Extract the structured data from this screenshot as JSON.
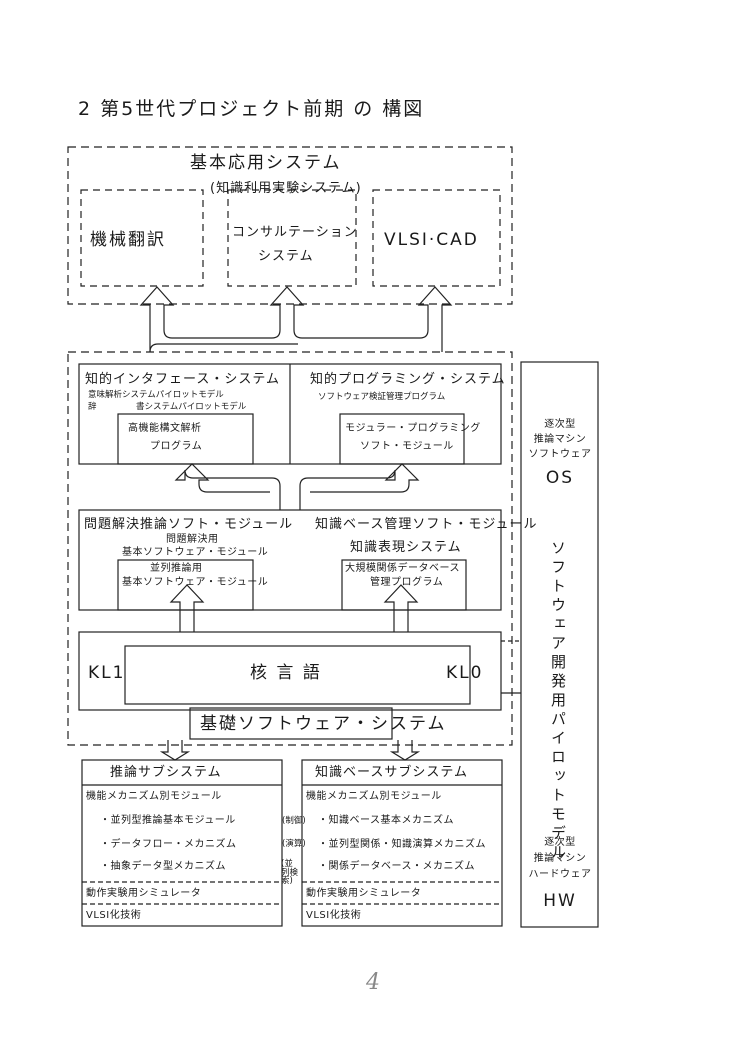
{
  "title": "2 第5世代プロジェクト前期 の 構図",
  "application": {
    "heading": "基本応用システム",
    "subheading": "(知識利用実験システム)",
    "boxes": [
      "機械翻訳",
      "コンサルテーション",
      "システム",
      "VLSI·CAD"
    ]
  },
  "interface": {
    "left_title": "知的インタフェース・システム",
    "left_sub1": "意味解析システムパイロットモデル",
    "left_sub1_prefix": "辞",
    "left_sub2": "書システムパイロットモデル",
    "left_box": [
      "高機能構文解析",
      "プログラム"
    ],
    "right_title": "知的プログラミング・システム",
    "right_sub": "ソフトウェア検証管理プログラム",
    "right_box": [
      "モジュラー・プログラミング",
      "ソフト・モジュール"
    ]
  },
  "problem": {
    "left_title": "問題解決推論ソフト・モジュール",
    "left_sub1": "問題解決用",
    "left_sub2": "基本ソフトウェア・モジュール",
    "left_box": [
      "並列推論用",
      "基本ソフトウェア・モジュール"
    ],
    "right_title": "知識ベース管理ソフト・モジュール",
    "right_sub": "知識表現システム",
    "right_box": [
      "大規模関係データベース",
      "管理プログラム"
    ]
  },
  "kernel": {
    "left": "KL1",
    "center": "核 言 語",
    "right": "KL0"
  },
  "basic_software": "基礎ソフトウェア・システム",
  "side": {
    "top": [
      "逐次型",
      "推論マシン",
      "ソフトウェア"
    ],
    "os": "OS",
    "vertical": "ソフトウェア開発用パイロットモデル",
    "bottom": [
      "逐次型",
      "推論マシン",
      "ハードウェア"
    ],
    "hw": "HW"
  },
  "inference": {
    "title": "推論サブシステム",
    "module_title": "機能メカニズム別モジュール",
    "items": [
      "・並列型推論基本モジュール",
      "・データフロー・メカニズム",
      "・抽象データ型メカニズム"
    ],
    "simulator": "動作実験用シミュレータ",
    "vlsi": "VLSI化技術"
  },
  "middle_labels": [
    "(制御)",
    "(演算)",
    "(並列検索)"
  ],
  "knowledge": {
    "title": "知識ベースサブシステム",
    "module_title": "機能メカニズム別モジュール",
    "items": [
      "・知識ベース基本メカニズム",
      "・並列型関係・知識演算メカニズム",
      "・関係データベース・メカニズム"
    ],
    "simulator": "動作実験用シミュレータ",
    "vlsi": "VLSI化技術"
  },
  "page_number": "4"
}
